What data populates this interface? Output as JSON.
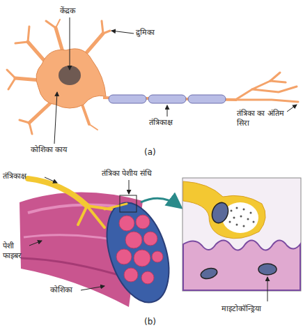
{
  "diagram": {
    "labels": [
      "केंद्रक",
      "द्रुमिका",
      "तंत्रिकाक्ष",
      "तंत्रिका का अंतिम सिरा",
      "कोशिका काय",
      "(a)",
      "तंत्रिकाक्ष",
      "तंत्रिका पेशीय संधि",
      "पेशी फाइबर",
      "कोशिका",
      "माइटोकॉन्ड्रिया",
      "(b)"
    ]
  }
}
